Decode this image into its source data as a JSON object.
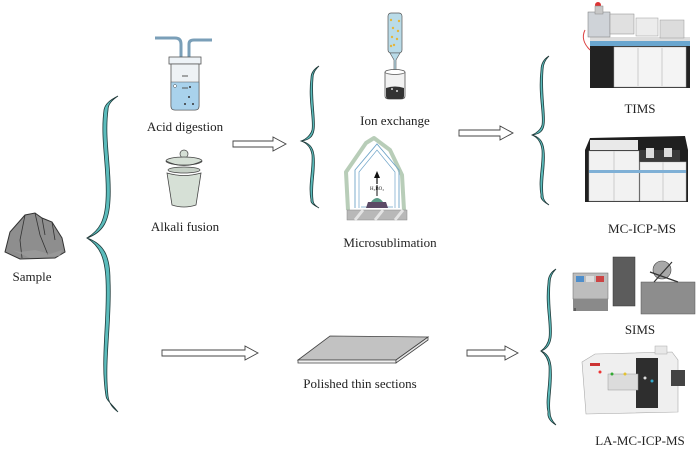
{
  "title": "Sample preparation and instrumental analysis workflow",
  "colors": {
    "brace_fill": "#5bbcbc",
    "brace_stroke": "#1f3a3a",
    "rock_fill": "#8e8e8e",
    "liquid": "#a9d2ec",
    "crucible": "#d6e0d6",
    "slide_top": "#c2c2c2"
  },
  "nodes": {
    "sample": {
      "label": "Sample",
      "icon": "rock-icon"
    },
    "acid_digestion": {
      "label": "Acid digestion",
      "icon": "gas-washing-bottle-icon"
    },
    "alkali_fusion": {
      "label": "Alkali fusion",
      "icon": "crucible-icon"
    },
    "ion_exchange": {
      "label": "Ion exchange",
      "icon": "ion-exchange-column-icon"
    },
    "microsublimation": {
      "label": "Microsublimation",
      "icon": "microsublimation-vessel-icon",
      "compound_label": "H₃BO₃"
    },
    "polished_thin_sections": {
      "label": "Polished thin sections",
      "icon": "thin-section-slide-icon"
    },
    "tims": {
      "label": "TIMS",
      "icon": "tims-instrument-icon"
    },
    "mc_icp_ms": {
      "label": "MC-ICP-MS",
      "icon": "mc-icp-ms-instrument-icon"
    },
    "sims": {
      "label": "SIMS",
      "icon": "sims-instrument-icon"
    },
    "la_mc_icp_ms": {
      "label": "LA-MC-ICP-MS",
      "icon": "la-mc-icp-ms-instrument-icon"
    }
  },
  "edges": [
    {
      "from": "sample",
      "to": [
        "acid_digestion",
        "alkali_fusion",
        "polished_thin_sections"
      ],
      "type": "brace"
    },
    {
      "from": [
        "acid_digestion",
        "alkali_fusion"
      ],
      "to": [
        "ion_exchange",
        "microsublimation"
      ],
      "type": "arrow+brace"
    },
    {
      "from": [
        "ion_exchange",
        "microsublimation"
      ],
      "to": [
        "tims",
        "mc_icp_ms"
      ],
      "type": "arrow+brace"
    },
    {
      "from": "polished_thin_sections",
      "to": [
        "sims",
        "la_mc_icp_ms"
      ],
      "type": "arrow+brace"
    }
  ]
}
